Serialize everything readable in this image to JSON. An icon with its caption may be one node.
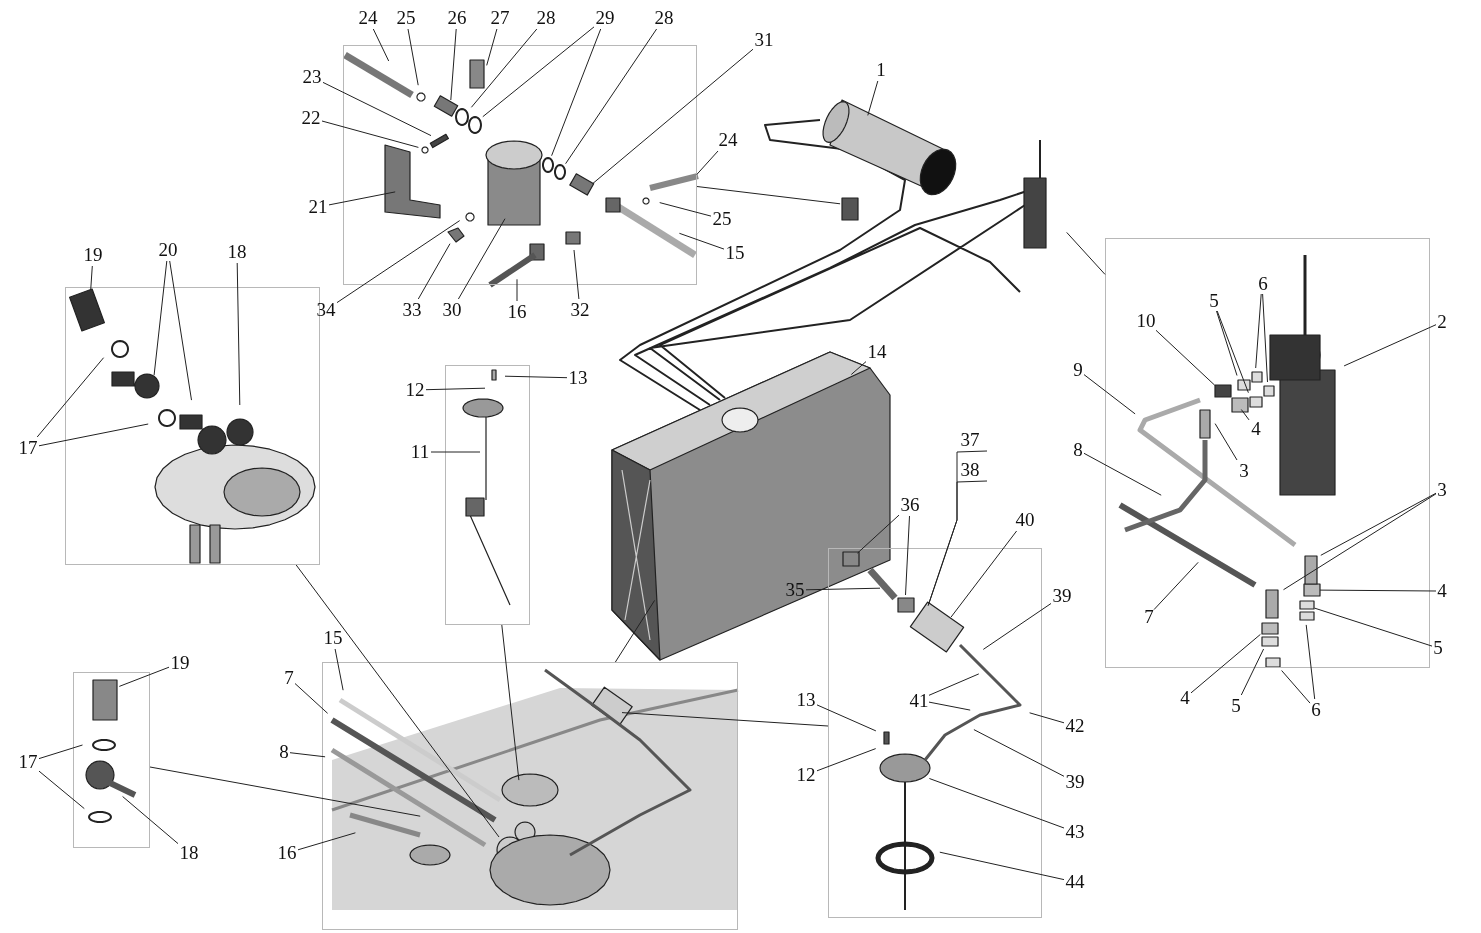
{
  "diagram": {
    "nodes": [
      {
        "text": [],
        "shape": "box"
      },
      {
        "text": [],
        "shape": "box"
      },
      {
        "text": [],
        "shape": "box"
      },
      {
        "text": [],
        "shape": "box"
      },
      {
        "text": [],
        "shape": "box"
      },
      {
        "text": [],
        "shape": "box"
      },
      {
        "text": [],
        "shape": "box"
      },
      {
        "text": [
          "24"
        ]
      },
      {
        "text": [
          "25"
        ]
      },
      {
        "text": [
          "26"
        ]
      },
      {
        "text": [
          "27"
        ]
      },
      {
        "text": [
          "28"
        ]
      },
      {
        "text": [
          "29"
        ]
      },
      {
        "text": [
          "28"
        ]
      },
      {
        "text": [
          "31"
        ]
      },
      {
        "text": [
          "1"
        ]
      },
      {
        "text": [
          "23"
        ]
      },
      {
        "text": [
          "22"
        ]
      },
      {
        "text": [
          "24"
        ]
      },
      {
        "text": [
          "21"
        ]
      },
      {
        "text": [
          "25"
        ]
      },
      {
        "text": [
          "15"
        ]
      },
      {
        "text": [
          "19"
        ]
      },
      {
        "text": [
          "20"
        ]
      },
      {
        "text": [
          "18"
        ]
      },
      {
        "text": [
          "34"
        ]
      },
      {
        "text": [
          "33"
        ]
      },
      {
        "text": [
          "30"
        ]
      },
      {
        "text": [
          "16"
        ]
      },
      {
        "text": [
          "32"
        ]
      },
      {
        "text": [
          "6"
        ],
        "in": 3
      },
      {
        "text": [
          "5"
        ],
        "in": 3
      },
      {
        "text": [
          "10"
        ],
        "in": 3
      },
      {
        "text": [
          "2"
        ]
      },
      {
        "text": [
          "14"
        ]
      },
      {
        "text": [
          "9"
        ]
      },
      {
        "text": [
          "13"
        ]
      },
      {
        "text": [
          "12"
        ]
      },
      {
        "text": [
          "4"
        ],
        "in": 3
      },
      {
        "text": [
          "37"
        ]
      },
      {
        "text": [
          "17"
        ]
      },
      {
        "text": [
          "8"
        ]
      },
      {
        "text": [
          "11"
        ]
      },
      {
        "text": [
          "3"
        ],
        "in": 3
      },
      {
        "text": [
          "38"
        ]
      },
      {
        "text": [
          "3"
        ]
      },
      {
        "text": [
          "36"
        ]
      },
      {
        "text": [
          "40"
        ]
      },
      {
        "text": [
          "35"
        ]
      },
      {
        "text": [
          "4"
        ]
      },
      {
        "text": [
          "39"
        ]
      },
      {
        "text": [
          "7"
        ],
        "in": 3
      },
      {
        "text": [
          "15"
        ]
      },
      {
        "text": [
          "5"
        ]
      },
      {
        "text": [
          "19"
        ]
      },
      {
        "text": [
          "7"
        ]
      },
      {
        "text": [
          "4"
        ]
      },
      {
        "text": [
          "41"
        ],
        "in": 4
      },
      {
        "text": [
          "13"
        ]
      },
      {
        "text": [
          "5"
        ]
      },
      {
        "text": [
          "6"
        ]
      },
      {
        "text": [
          "42"
        ]
      },
      {
        "text": [
          "8"
        ]
      },
      {
        "text": [
          "17"
        ]
      },
      {
        "text": [
          "12"
        ]
      },
      {
        "text": [
          "39"
        ]
      },
      {
        "text": [
          "43"
        ]
      },
      {
        "text": [
          "16"
        ]
      },
      {
        "text": [
          "18"
        ]
      },
      {
        "text": [
          "44"
        ]
      }
    ],
    "edges": [
      {
        "from": 7,
        "to": 0,
        "arrow": "none"
      },
      {
        "from": 8,
        "to": 0,
        "arrow": "none"
      },
      {
        "from": 9,
        "to": 0,
        "arrow": "none"
      },
      {
        "from": 10,
        "to": 0,
        "arrow": "none"
      },
      {
        "from": 11,
        "to": 0,
        "arrow": "none"
      },
      {
        "from": 12,
        "to": 0,
        "arrow": "none"
      },
      {
        "from": 12,
        "to": 0,
        "arrow": "none"
      },
      {
        "from": 13,
        "to": 0,
        "arrow": "none"
      },
      {
        "from": 14,
        "to": 0,
        "arrow": "none"
      },
      {
        "from": 15,
        "to": null,
        "arrow": "none"
      },
      {
        "from": 16,
        "to": 0,
        "arrow": "none"
      },
      {
        "from": 17,
        "to": 0,
        "arrow": "none"
      },
      {
        "from": 18,
        "to": 0,
        "arrow": "none"
      },
      {
        "from": 19,
        "to": 0,
        "arrow": "none"
      },
      {
        "from": 20,
        "to": 0,
        "arrow": "none"
      },
      {
        "from": 21,
        "to": 0,
        "arrow": "none"
      },
      {
        "from": 22,
        "to": 1,
        "arrow": "none"
      },
      {
        "from": 23,
        "to": 1,
        "arrow": "none"
      },
      {
        "from": 23,
        "to": 1,
        "arrow": "none"
      },
      {
        "from": 24,
        "to": 1,
        "arrow": "none"
      },
      {
        "from": 25,
        "to": 0,
        "arrow": "none"
      },
      {
        "from": 26,
        "to": 0,
        "arrow": "none"
      },
      {
        "from": 27,
        "to": 0,
        "arrow": "none"
      },
      {
        "from": 28,
        "to": 0,
        "arrow": "none"
      },
      {
        "from": 29,
        "to": 0,
        "arrow": "none"
      },
      {
        "from": 30,
        "to": 3,
        "arrow": "none"
      },
      {
        "from": 30,
        "to": 3,
        "arrow": "none"
      },
      {
        "from": 31,
        "to": 3,
        "arrow": "none"
      },
      {
        "from": 31,
        "to": 3,
        "arrow": "none"
      },
      {
        "from": 32,
        "to": 3,
        "arrow": "none"
      },
      {
        "from": 33,
        "to": 3,
        "arrow": "none"
      },
      {
        "from": 34,
        "to": null,
        "arrow": "none"
      },
      {
        "from": 35,
        "to": 3,
        "arrow": "none"
      },
      {
        "from": 36,
        "to": 2,
        "arrow": "none"
      },
      {
        "from": 37,
        "to": 2,
        "arrow": "none"
      },
      {
        "from": 38,
        "to": 3,
        "arrow": "none"
      },
      {
        "from": 39,
        "to": 4,
        "arrow": "none"
      },
      {
        "from": 40,
        "to": 1,
        "arrow": "none"
      },
      {
        "from": 40,
        "to": 1,
        "arrow": "none"
      },
      {
        "from": 41,
        "to": 3,
        "arrow": "none"
      },
      {
        "from": 42,
        "to": 2,
        "arrow": "none"
      },
      {
        "from": 43,
        "to": 3,
        "arrow": "none"
      },
      {
        "from": 44,
        "to": 4,
        "arrow": "none"
      },
      {
        "from": 45,
        "to": 3,
        "arrow": "none"
      },
      {
        "from": 45,
        "to": 3,
        "arrow": "none"
      },
      {
        "from": 46,
        "to": 4,
        "arrow": "none"
      },
      {
        "from": 46,
        "to": 4,
        "arrow": "none"
      },
      {
        "from": 47,
        "to": 4,
        "arrow": "none"
      },
      {
        "from": 48,
        "to": 4,
        "arrow": "none"
      },
      {
        "from": 49,
        "to": 3,
        "arrow": "none"
      },
      {
        "from": 50,
        "to": 4,
        "arrow": "none"
      },
      {
        "from": 51,
        "to": 3,
        "arrow": "none"
      },
      {
        "from": 52,
        "to": 6,
        "arrow": "none"
      },
      {
        "from": 53,
        "to": 3,
        "arrow": "none"
      },
      {
        "from": 54,
        "to": 5,
        "arrow": "none"
      },
      {
        "from": 55,
        "to": 6,
        "arrow": "none"
      },
      {
        "from": 56,
        "to": 3,
        "arrow": "none"
      },
      {
        "from": 57,
        "to": 4,
        "arrow": "none"
      },
      {
        "from": 57,
        "to": 4,
        "arrow": "none"
      },
      {
        "from": 58,
        "to": 4,
        "arrow": "none"
      },
      {
        "from": 59,
        "to": 3,
        "arrow": "none"
      },
      {
        "from": 60,
        "to": 3,
        "arrow": "none"
      },
      {
        "from": 60,
        "to": 3,
        "arrow": "none"
      },
      {
        "from": 61,
        "to": 4,
        "arrow": "none"
      },
      {
        "from": 62,
        "to": 6,
        "arrow": "none"
      },
      {
        "from": 63,
        "to": 5,
        "arrow": "none"
      },
      {
        "from": 63,
        "to": 5,
        "arrow": "none"
      },
      {
        "from": 64,
        "to": 4,
        "arrow": "none"
      },
      {
        "from": 65,
        "to": 4,
        "arrow": "none"
      },
      {
        "from": 66,
        "to": 4,
        "arrow": "none"
      },
      {
        "from": 67,
        "to": 6,
        "arrow": "none"
      },
      {
        "from": 68,
        "to": 5,
        "arrow": "none"
      },
      {
        "from": 69,
        "to": 4,
        "arrow": "none"
      },
      {
        "from": 0,
        "to": null,
        "arrow": "none"
      },
      {
        "from": 3,
        "to": null,
        "arrow": "none"
      },
      {
        "from": 1,
        "to": 6,
        "arrow": "none"
      },
      {
        "from": 2,
        "to": 6,
        "arrow": "none"
      },
      {
        "from": 5,
        "to": 6,
        "arrow": "none"
      },
      {
        "from": 4,
        "to": 6,
        "arrow": "none"
      },
      {
        "from": 6,
        "to": null,
        "arrow": "none"
      }
    ]
  }
}
